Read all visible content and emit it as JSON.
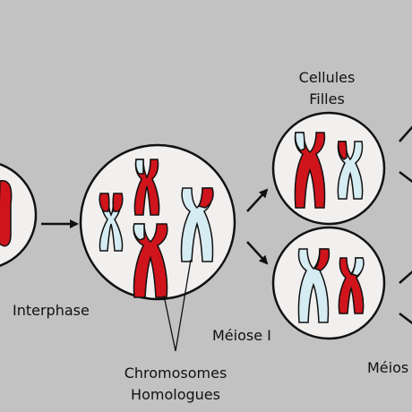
{
  "labels": {
    "interphase": "Interphase",
    "cellules_line1": "Cellules",
    "cellules_line2": "Filles",
    "meiose1": "Méiose I",
    "meiose2": "Méios",
    "chromosomes_line1": "Chromosomes",
    "chromosomes_line2": "Homologues"
  },
  "colors": {
    "background": "#c2c2c2",
    "cell_fill": "#f2efef",
    "cell_stroke": "#111111",
    "red_chromosome": "#d0141c",
    "blue_chromosome": "#d6ecf3",
    "arrow": "#111111"
  }
}
